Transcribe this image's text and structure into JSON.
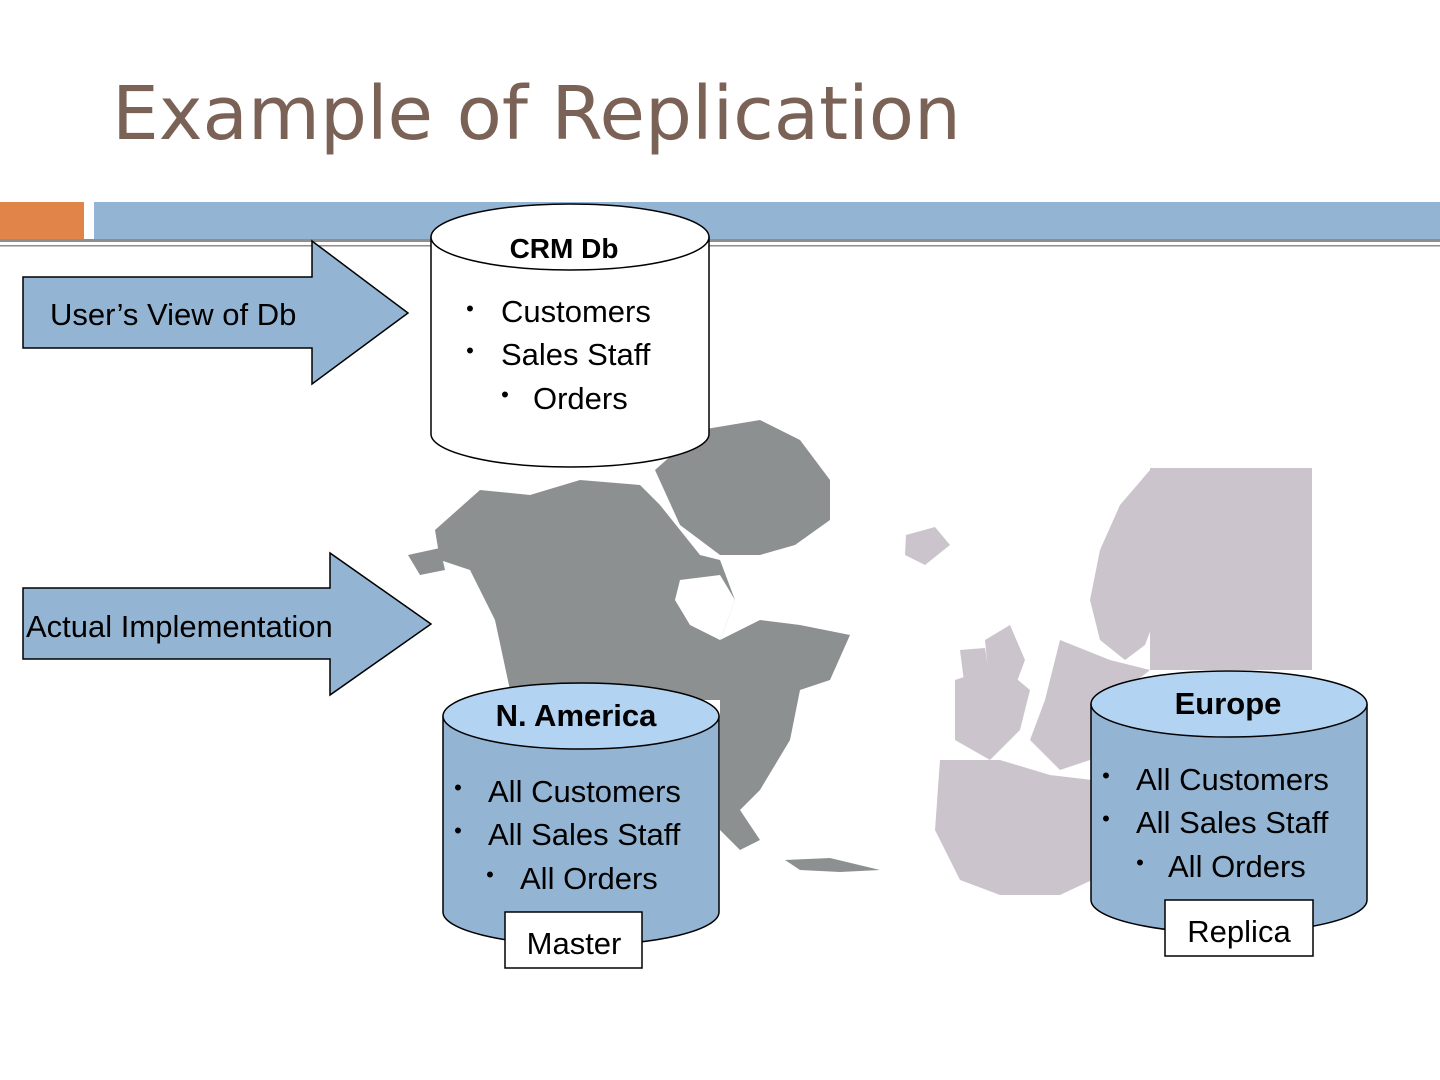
{
  "slide": {
    "title": "Example of Replication",
    "title_color": "#7b6257",
    "accent_orange": "#e0844a",
    "accent_blue": "#93b5d3",
    "rule_gray": "#8e8e8e"
  },
  "arrows": {
    "user_view": "User’s View of Db",
    "actual": "Actual Implementation",
    "fill": "#93b5d3"
  },
  "crm_db": {
    "title": "CRM Db",
    "items": [
      "Customers",
      "Sales Staff",
      "Orders"
    ],
    "fill": "#ffffff"
  },
  "na_db": {
    "title": "N. America",
    "items": [
      "All Customers",
      "All Sales Staff",
      "All Orders"
    ],
    "role": "Master",
    "body_fill": "#93b5d3",
    "top_fill": "#b3d3f2"
  },
  "eu_db": {
    "title": "Europe",
    "items": [
      "All Customers",
      "All Sales Staff",
      "All Orders"
    ],
    "role": "Replica",
    "body_fill": "#93b5d3",
    "top_fill": "#b3d3f2"
  },
  "map": {
    "north_america_color": "#8c9090",
    "europe_color": "#ccc4cc"
  }
}
